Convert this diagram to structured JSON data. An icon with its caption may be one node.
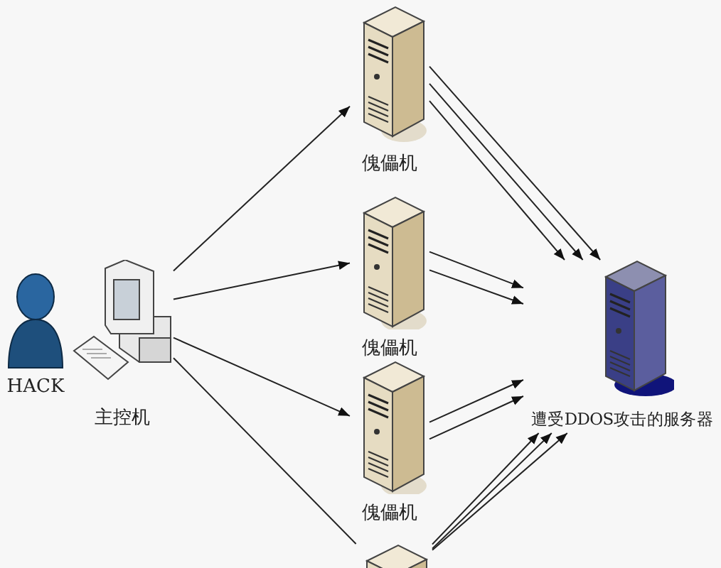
{
  "diagram": {
    "nodes": [
      {
        "text": [
          "HACK"
        ]
      },
      {
        "text": [
          "主控机"
        ]
      },
      {
        "text": [
          "傀儡机"
        ]
      },
      {
        "text": [
          "傀儡机"
        ]
      },
      {
        "text": [
          "傀儡机"
        ]
      },
      {
        "text": [],
        "shape": "picture"
      },
      {
        "text": [
          "遭受DDOS攻击的服务器"
        ]
      }
    ],
    "edges": [
      {
        "from": 1,
        "to": 2,
        "arrow": "to"
      },
      {
        "from": 1,
        "to": 3,
        "arrow": "to"
      },
      {
        "from": 1,
        "to": 4,
        "arrow": "to"
      },
      {
        "from": 1,
        "to": 5,
        "arrow": "none"
      },
      {
        "from": 2,
        "to": 6,
        "arrow": "to"
      },
      {
        "from": 2,
        "to": 6,
        "arrow": "to"
      },
      {
        "from": 2,
        "to": 6,
        "arrow": "to"
      },
      {
        "from": 3,
        "to": 6,
        "arrow": "to"
      },
      {
        "from": 3,
        "to": 6,
        "arrow": "to"
      },
      {
        "from": 4,
        "to": 6,
        "arrow": "to"
      },
      {
        "from": 4,
        "to": 6,
        "arrow": "to"
      },
      {
        "from": 5,
        "to": 6,
        "arrow": "to"
      },
      {
        "from": 5,
        "to": 6,
        "arrow": "to"
      },
      {
        "from": 5,
        "to": 6,
        "arrow": "to"
      }
    ]
  }
}
